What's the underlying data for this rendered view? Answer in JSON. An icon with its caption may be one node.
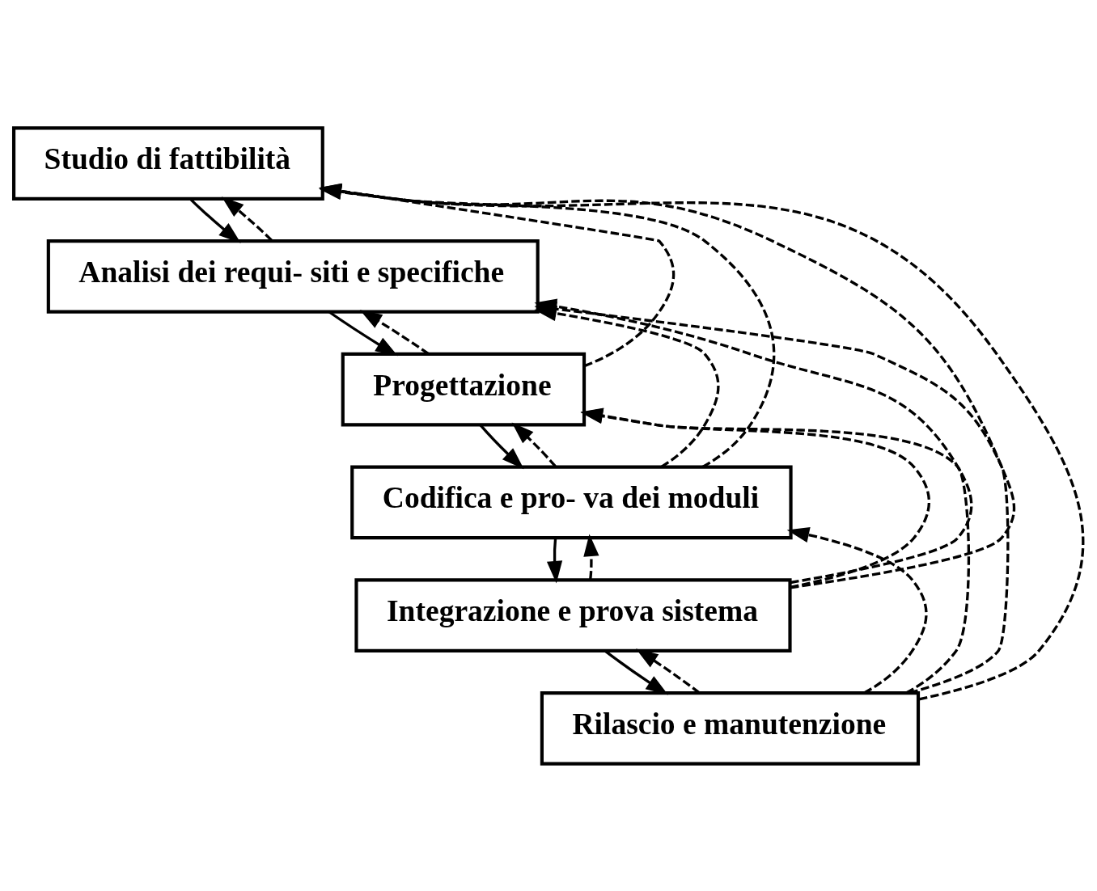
{
  "diagram": {
    "nodes": [
      {
        "text": [
          "Studio di fattibilità"
        ]
      },
      {
        "text": [
          "Analisi dei requi- siti e specifiche"
        ]
      },
      {
        "text": [
          "Progettazione"
        ]
      },
      {
        "text": [
          "Codifica e pro- va dei moduli"
        ]
      },
      {
        "text": [
          "Integrazione e prova sistema"
        ]
      },
      {
        "text": [
          "Rilascio e manutenzione"
        ]
      }
    ],
    "edges": [
      {
        "from": 0,
        "to": 1,
        "arrow": "to"
      },
      {
        "from": 1,
        "to": 2,
        "arrow": "to"
      },
      {
        "from": 2,
        "to": 3,
        "arrow": "to"
      },
      {
        "from": 3,
        "to": 4,
        "arrow": "to"
      },
      {
        "from": 4,
        "to": 5,
        "arrow": "to"
      },
      {
        "from": 1,
        "to": 0,
        "arrow": "to",
        "style": "dashed"
      },
      {
        "from": 2,
        "to": 0,
        "arrow": "to",
        "style": "dashed"
      },
      {
        "from": 2,
        "to": 1,
        "arrow": "to",
        "style": "dashed"
      },
      {
        "from": 3,
        "to": 0,
        "arrow": "to",
        "style": "dashed"
      },
      {
        "from": 3,
        "to": 1,
        "arrow": "to",
        "style": "dashed"
      },
      {
        "from": 3,
        "to": 2,
        "arrow": "to",
        "style": "dashed"
      },
      {
        "from": 4,
        "to": 0,
        "arrow": "to",
        "style": "dashed"
      },
      {
        "from": 4,
        "to": 1,
        "arrow": "to",
        "style": "dashed"
      },
      {
        "from": 4,
        "to": 2,
        "arrow": "to",
        "style": "dashed"
      },
      {
        "from": 4,
        "to": 3,
        "arrow": "to",
        "style": "dashed"
      },
      {
        "from": 5,
        "to": 0,
        "arrow": "to",
        "style": "dashed"
      },
      {
        "from": 5,
        "to": 1,
        "arrow": "to",
        "style": "dashed"
      },
      {
        "from": 5,
        "to": 2,
        "arrow": "to",
        "style": "dashed"
      },
      {
        "from": 5,
        "to": 3,
        "arrow": "to",
        "style": "dashed"
      },
      {
        "from": 5,
        "to": 4,
        "arrow": "to",
        "style": "dashed"
      }
    ]
  }
}
